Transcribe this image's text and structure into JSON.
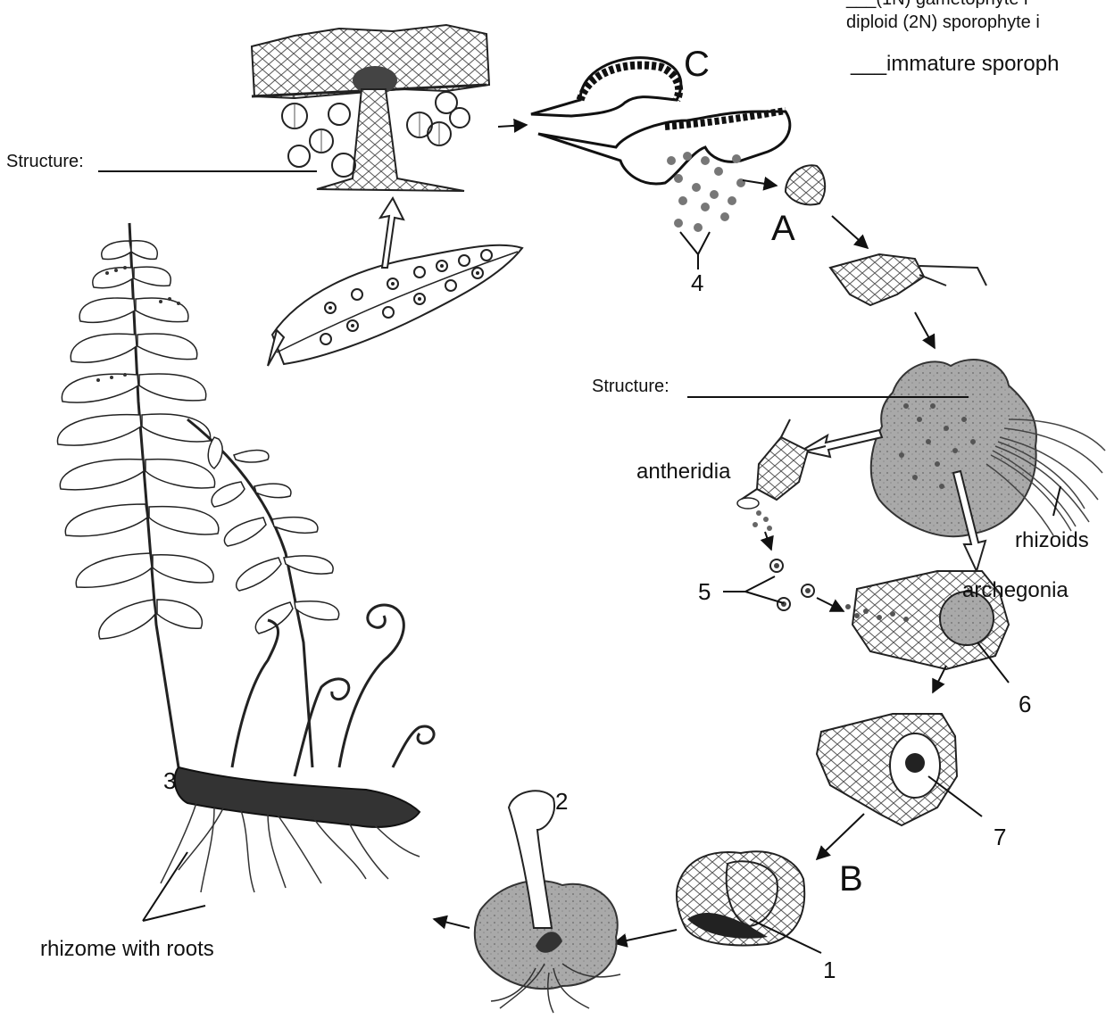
{
  "key": {
    "line1": "___(1N) gametophyte i",
    "line2": "diploid (2N) sporophyte i",
    "line3": "___immature sporoph"
  },
  "labels": {
    "structure_top": "Structure:",
    "structure_mid": "Structure:",
    "antheridia": "antheridia",
    "rhizoids": "rhizoids",
    "archegonia": "archegonia",
    "rhizome": "rhizome with roots",
    "letter_a": "A",
    "letter_b": "B",
    "letter_c": "C",
    "num_1": "1",
    "num_2": "2",
    "num_3": "3",
    "num_4": "4",
    "num_5": "5",
    "num_6": "6",
    "num_7": "7"
  }
}
